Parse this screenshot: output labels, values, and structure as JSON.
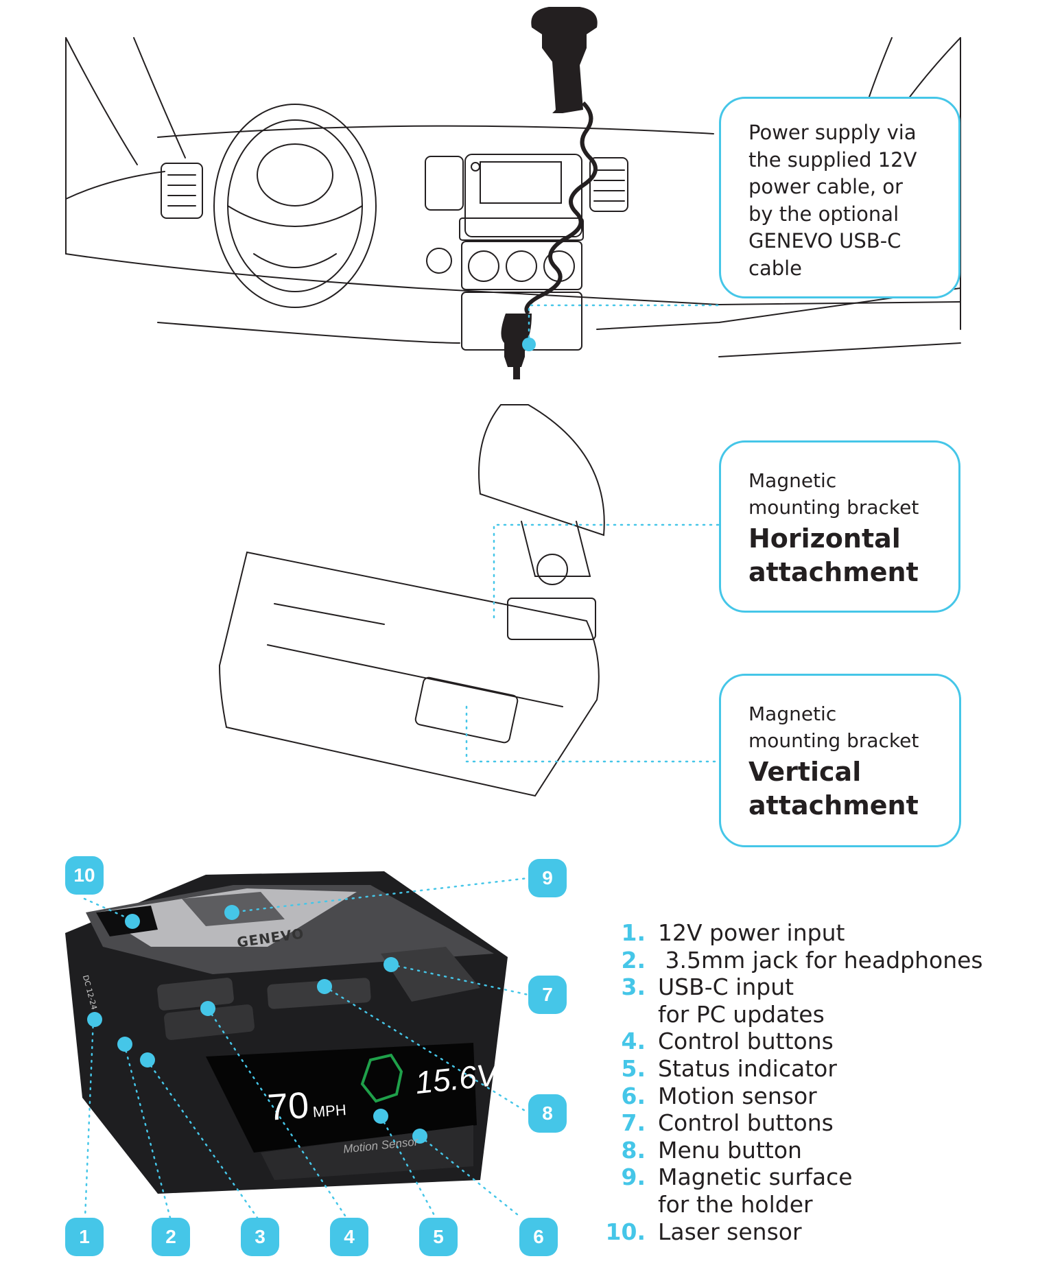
{
  "accent_color": "#45c6e8",
  "callouts": {
    "power": {
      "lines": [
        "Power supply via",
        "the supplied 12V",
        "power cable, or",
        "by the optional",
        "GENEVO USB-C",
        "cable"
      ]
    },
    "horizontal": {
      "sub_lines": [
        "Magnetic",
        "mounting bracket"
      ],
      "title_lines": [
        "Horizontal",
        "attachment"
      ]
    },
    "vertical": {
      "sub_lines": [
        "Magnetic",
        "mounting bracket"
      ],
      "title_lines": [
        "Vertical",
        "attachment"
      ]
    }
  },
  "device": {
    "brand": "GENEVO",
    "side_label": "DC 12-24",
    "speed": "70",
    "speed_unit": "MPH",
    "voltage": "15.6V",
    "sensor_label": "Motion Sensor"
  },
  "badges": [
    "1",
    "2",
    "3",
    "4",
    "5",
    "6",
    "7",
    "8",
    "9",
    "10"
  ],
  "legend": [
    {
      "num": "1.",
      "lines": [
        "12V power input"
      ]
    },
    {
      "num": "2.",
      "lines": [
        " 3.5mm jack for headphones"
      ]
    },
    {
      "num": "3.",
      "lines": [
        "USB-C input",
        "for PC updates"
      ]
    },
    {
      "num": "4.",
      "lines": [
        "Control buttons"
      ]
    },
    {
      "num": "5.",
      "lines": [
        "Status indicator"
      ]
    },
    {
      "num": "6.",
      "lines": [
        "Motion sensor"
      ]
    },
    {
      "num": "7.",
      "lines": [
        "Control buttons"
      ]
    },
    {
      "num": "8.",
      "lines": [
        "Menu button"
      ]
    },
    {
      "num": "9.",
      "lines": [
        "Magnetic surface",
        "for the holder"
      ]
    },
    {
      "num": "10.",
      "lines": [
        "Laser sensor"
      ]
    }
  ]
}
